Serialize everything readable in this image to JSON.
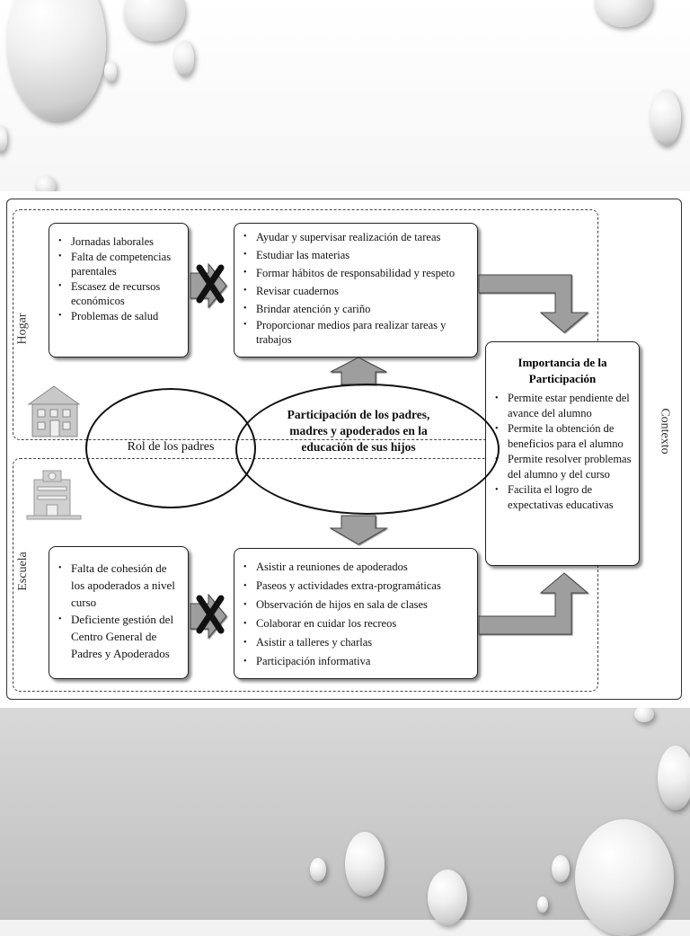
{
  "hogar": {
    "label": "Hogar",
    "barriers": [
      "Jornadas laborales",
      "Falta de competencias parentales",
      "Escasez de recursos económicos",
      "Problemas de salud"
    ],
    "actions": [
      "Ayudar y supervisar realización de tareas",
      "Estudiar las materias",
      "Formar hábitos de responsabilidad y respeto",
      "Revisar cuadernos",
      "Brindar atención y cariño",
      "Proporcionar medios para realizar tareas y trabajos"
    ]
  },
  "escuela": {
    "label": "Escuela",
    "barriers": [
      "Falta de cohesión de los apoderados a nivel curso",
      "Deficiente gestión del Centro General de Padres y Apoderados"
    ],
    "actions": [
      "Asistir a reuniones de apoderados",
      "Paseos y actividades extra-programáticas",
      "Observación de hijos en sala de clases",
      "Colaborar en cuidar los recreos",
      "Asistir a talleres y charlas",
      "Participación informativa"
    ]
  },
  "center": {
    "left_ellipse": "Rol de los padres",
    "right_ellipse": "Participación de los padres, madres y apoderados en la educación de sus hijos"
  },
  "importance": {
    "title": "Importancia de la Participación",
    "items": [
      "Permite estar pendiente del avance del alumno",
      "Permite la obtención de beneficios para el alumno",
      "Permite resolver problemas del alumno y del curso",
      "Facilita el logro de expectativas educativas"
    ]
  },
  "context_label": "Contexto",
  "icons": [
    "house-icon",
    "school-icon",
    "block-x-icon",
    "block-x-icon",
    "up-arrow-icon",
    "down-arrow-icon",
    "elbow-arrow-icon"
  ],
  "colors": {
    "arrow_fill": "#9e9e9e",
    "line": "#222222",
    "icon_gray": "#bdbdbd"
  }
}
